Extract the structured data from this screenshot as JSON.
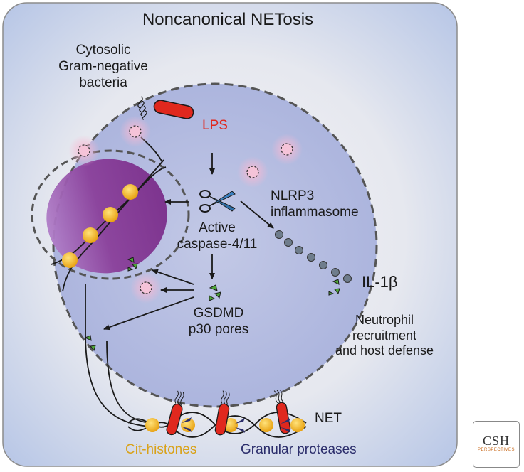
{
  "title": "Noncanonical NETosis",
  "labels": {
    "bacteria": "Cytosolic\nGram-negative\nbacteria",
    "lps": "LPS",
    "nlrp3": "NLRP3\ninflammasome",
    "caspase": "Active\ncaspase-4/11",
    "il1b": "IL-1β",
    "gsdmd": "GSDMD\np30 pores",
    "neutrophil": "Neutrophil\nrecruitment\nand host defense",
    "net": "NET",
    "cit_histones": "Cit-histones",
    "proteases": "Granular proteases"
  },
  "logo": {
    "top_text": "CSH",
    "bottom_text": "PERSPECTIVES"
  },
  "colors": {
    "panel_bg": "#b7c6e6",
    "lps": "#e0281e",
    "cit_histones": "#d9a21a",
    "proteases": "#2b2d6b",
    "nucleus": "#8a3f9a",
    "bead": "#f2b21a",
    "pore": "#4fa63a",
    "bacterium": "#e0281e"
  }
}
